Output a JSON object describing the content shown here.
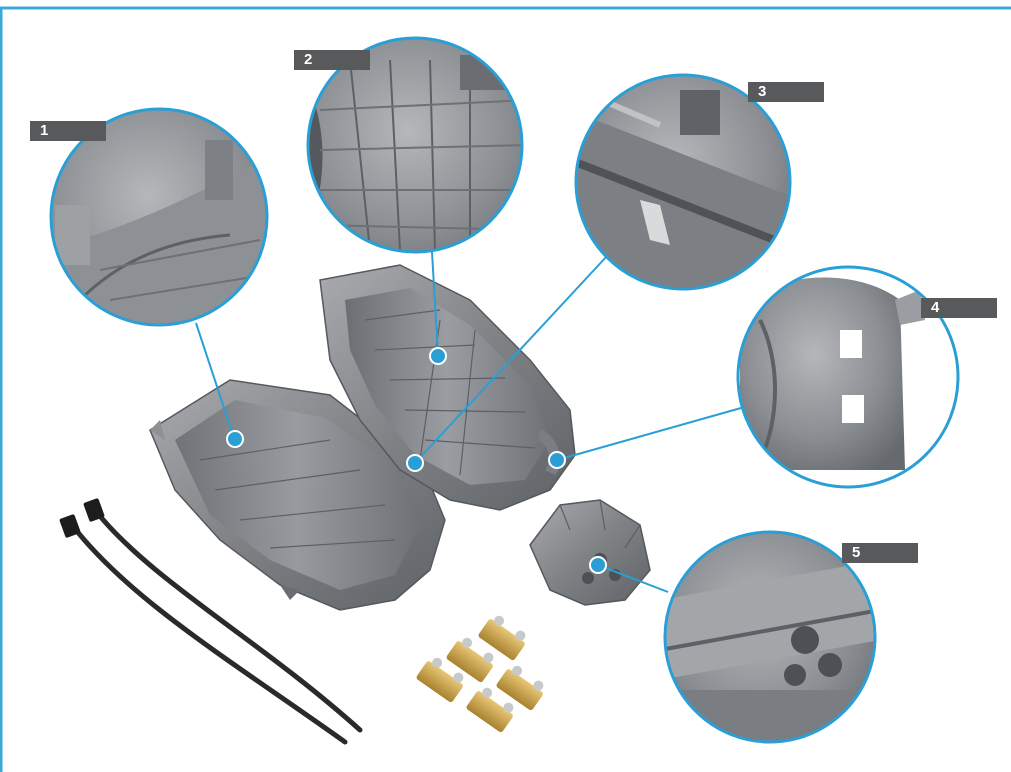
{
  "callouts": [
    {
      "number": "1",
      "label": "1"
    },
    {
      "number": "2",
      "label": "2"
    },
    {
      "number": "3",
      "label": "3"
    },
    {
      "number": "4",
      "label": "4"
    },
    {
      "number": "5",
      "label": "5"
    }
  ],
  "colors": {
    "frame": "#3aa9d8",
    "accent": "#2a9fd6",
    "label_bg": "#58595b",
    "label_text": "#ffffff",
    "part_gray": "#8a8c8f",
    "brass": "#c9a24a",
    "cable_tie": "#2a2a2a"
  }
}
